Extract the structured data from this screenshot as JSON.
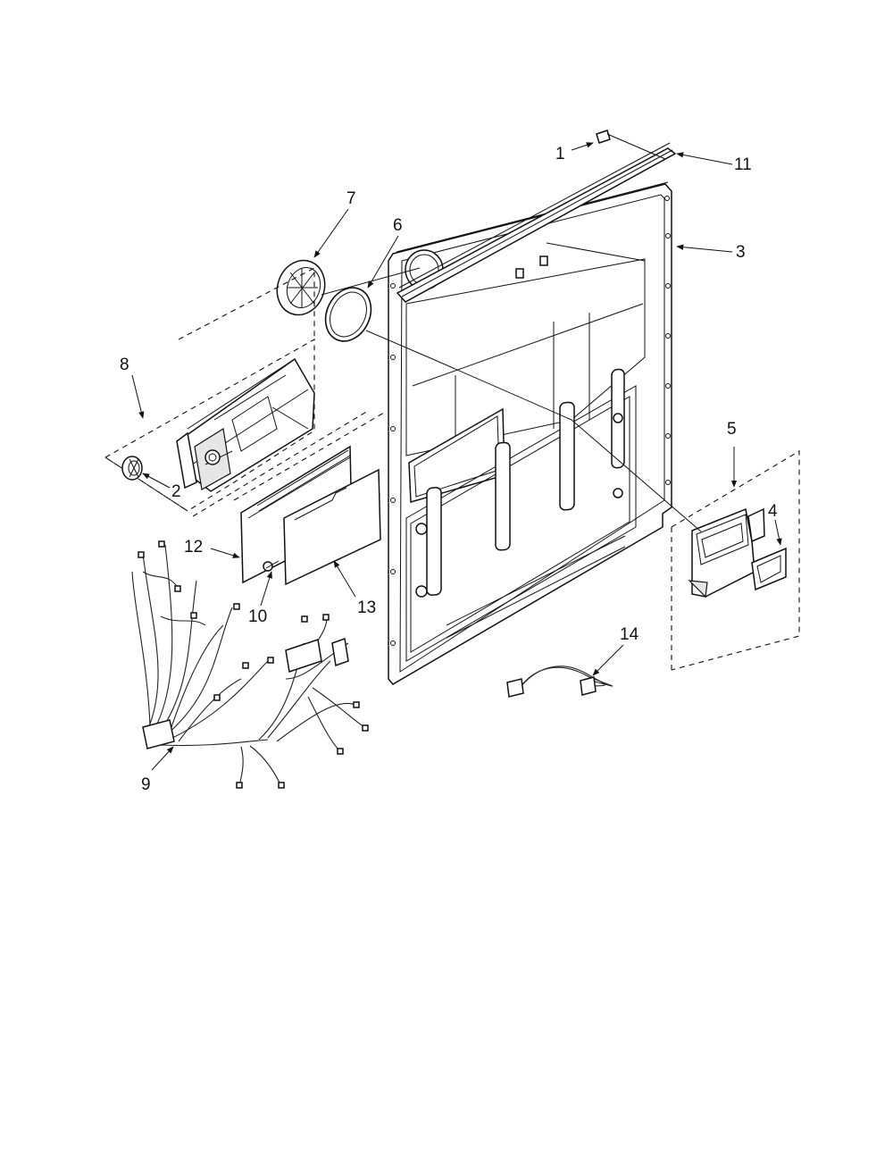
{
  "diagram": {
    "callouts": [
      {
        "id": "1",
        "label": "1"
      },
      {
        "id": "2",
        "label": "2"
      },
      {
        "id": "3",
        "label": "3"
      },
      {
        "id": "4",
        "label": "4"
      },
      {
        "id": "5",
        "label": "5"
      },
      {
        "id": "6",
        "label": "6"
      },
      {
        "id": "7",
        "label": "7"
      },
      {
        "id": "8",
        "label": "8"
      },
      {
        "id": "9",
        "label": "9"
      },
      {
        "id": "10",
        "label": "10"
      },
      {
        "id": "11",
        "label": "11"
      },
      {
        "id": "12",
        "label": "12"
      },
      {
        "id": "13",
        "label": "13"
      },
      {
        "id": "14",
        "label": "14"
      }
    ],
    "colors": {
      "ink": "#111111",
      "paper": "#ffffff"
    }
  }
}
